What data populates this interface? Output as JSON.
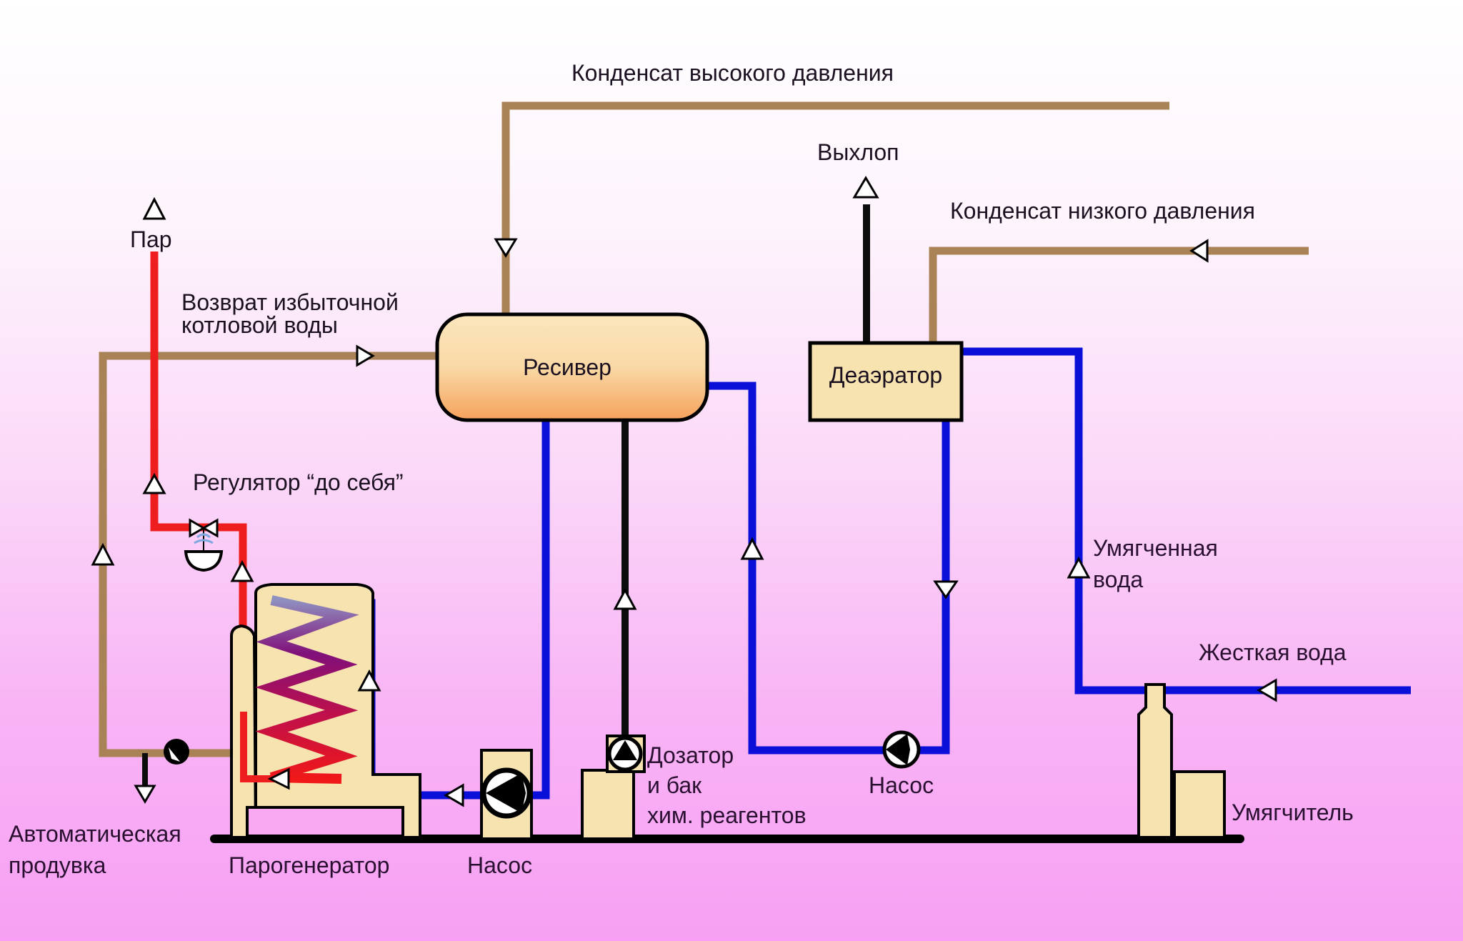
{
  "diagram": {
    "title": "Схема пароконденсатной системы с парогенератором",
    "colors": {
      "condensate_pipe": "#a98256",
      "steam_pipe": "#ee1e1e",
      "water_pipe": "#0a10d8",
      "chemical_exhaust_pipe": "#0c0c0c",
      "equipment_fill": "#f7e3b0",
      "background_top": "#ffffff",
      "background_bottom": "#f7a0f3"
    },
    "labels": {
      "hp_condensate": "Конденсат высокого давления",
      "exhaust": "Выхлоп",
      "lp_condensate": "Конденсат низкого давления",
      "steam": "Пар",
      "return_line1": "Возврат избыточной",
      "return_line2": "котловой воды",
      "receiver": "Ресивер",
      "deaerator": "Деаэратор",
      "regulator": "Регулятор “до себя”",
      "softened_line1": "Умягченная",
      "softened_line2": "вода",
      "hard_water": "Жесткая вода",
      "dosator_line1": "Дозатор",
      "dosator_line2": "и бак",
      "dosator_line3": "хим. реагентов",
      "pump_right": "Насос",
      "pump_left": "Насос",
      "softener": "Умягчитель",
      "blowdown_line1": "Автоматическая",
      "blowdown_line2": "продувка",
      "steam_generator": "Парогенератор"
    },
    "icons": {
      "flow_arrow": "triangle-flow-arrow-icon",
      "pump": "pump-icon",
      "valve": "pressure-regulator-valve-icon",
      "blowdown_valve": "blowdown-valve-icon"
    }
  }
}
